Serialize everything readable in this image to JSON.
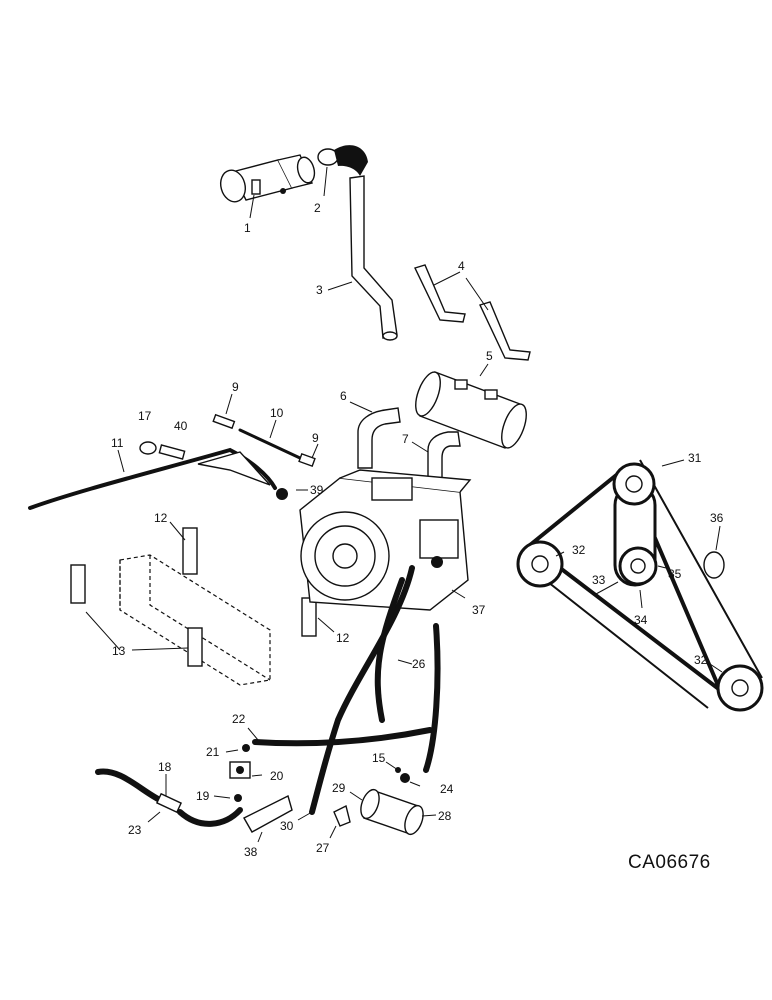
{
  "diagram": {
    "drawing_code": "CA06676",
    "callouts": [
      {
        "id": "c1",
        "label": "1"
      },
      {
        "id": "c2",
        "label": "2"
      },
      {
        "id": "c3",
        "label": "3"
      },
      {
        "id": "c4",
        "label": "4"
      },
      {
        "id": "c5",
        "label": "5"
      },
      {
        "id": "c6",
        "label": "6"
      },
      {
        "id": "c7",
        "label": "7"
      },
      {
        "id": "c9a",
        "label": "9"
      },
      {
        "id": "c9b",
        "label": "9"
      },
      {
        "id": "c10",
        "label": "10"
      },
      {
        "id": "c11",
        "label": "11"
      },
      {
        "id": "c12a",
        "label": "12"
      },
      {
        "id": "c12b",
        "label": "12"
      },
      {
        "id": "c13",
        "label": "13"
      },
      {
        "id": "c15",
        "label": "15"
      },
      {
        "id": "c17",
        "label": "17"
      },
      {
        "id": "c18",
        "label": "18"
      },
      {
        "id": "c19",
        "label": "19"
      },
      {
        "id": "c20",
        "label": "20"
      },
      {
        "id": "c21",
        "label": "21"
      },
      {
        "id": "c22",
        "label": "22"
      },
      {
        "id": "c23",
        "label": "23"
      },
      {
        "id": "c24",
        "label": "24"
      },
      {
        "id": "c26",
        "label": "26"
      },
      {
        "id": "c27",
        "label": "27"
      },
      {
        "id": "c28",
        "label": "28"
      },
      {
        "id": "c29",
        "label": "29"
      },
      {
        "id": "c30",
        "label": "30"
      },
      {
        "id": "c31",
        "label": "31"
      },
      {
        "id": "c32a",
        "label": "32"
      },
      {
        "id": "c32b",
        "label": "32"
      },
      {
        "id": "c33",
        "label": "33"
      },
      {
        "id": "c34",
        "label": "34"
      },
      {
        "id": "c35",
        "label": "35"
      },
      {
        "id": "c36",
        "label": "36"
      },
      {
        "id": "c37",
        "label": "37"
      },
      {
        "id": "c38",
        "label": "38"
      },
      {
        "id": "c39",
        "label": "39"
      },
      {
        "id": "c40",
        "label": "40"
      }
    ]
  }
}
